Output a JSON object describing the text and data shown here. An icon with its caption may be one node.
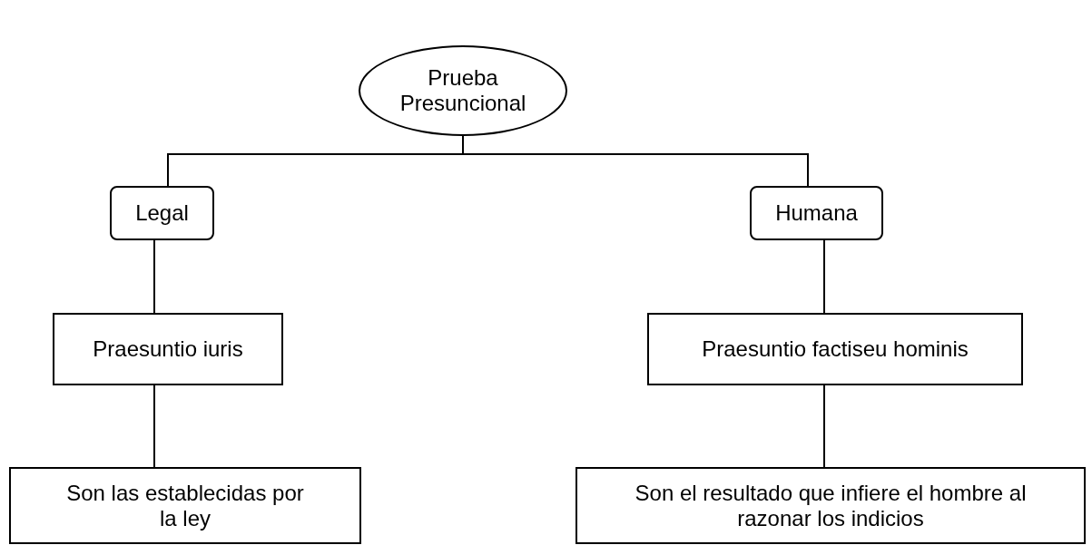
{
  "diagram": {
    "nodes": [
      {
        "text": [
          "Prueba Presuncional"
        ]
      },
      {
        "text": [
          "Legal"
        ]
      },
      {
        "text": [
          "Humana"
        ]
      },
      {
        "text": [
          "Praesuntio iuris"
        ]
      },
      {
        "text": [
          "Praesuntio factiseu hominis"
        ]
      },
      {
        "text": [
          "Son las establecidas por la ley"
        ]
      },
      {
        "text": [
          "Son el resultado que infiere el hombre al razonar los indicios"
        ]
      }
    ],
    "edges": [
      {
        "from": 0,
        "to": 1,
        "arrow": "none"
      },
      {
        "from": 0,
        "to": 2,
        "arrow": "none"
      },
      {
        "from": 1,
        "to": 3,
        "arrow": "none"
      },
      {
        "from": 2,
        "to": 4,
        "arrow": "none"
      },
      {
        "from": 3,
        "to": 5,
        "arrow": "none"
      },
      {
        "from": 4,
        "to": 6,
        "arrow": "none"
      }
    ]
  }
}
